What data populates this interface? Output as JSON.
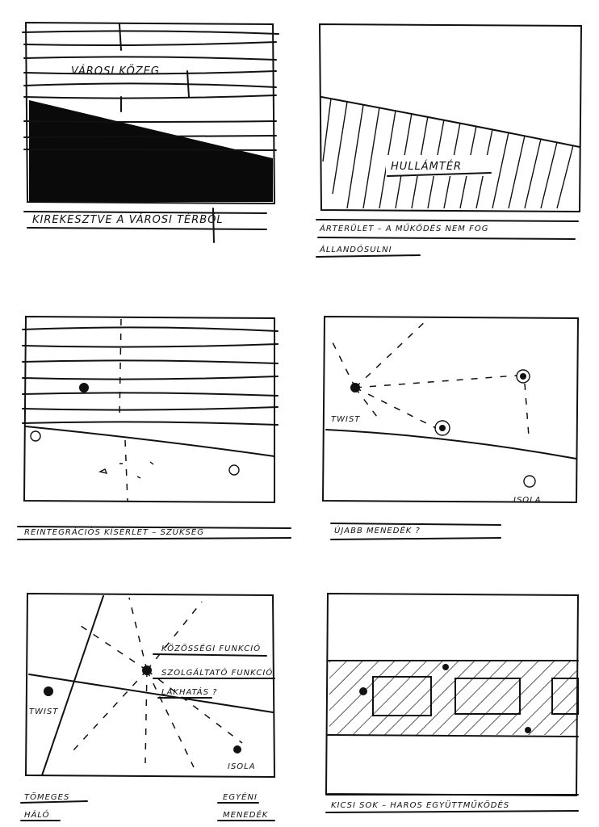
{
  "panels": [
    {
      "id": "excluded",
      "label": "VÁROSI KÖZEG",
      "caption": "KIREKESZTVE A VÁROSI TÉRBŐL"
    },
    {
      "id": "floodplain",
      "label": "HULLÁMTÉR",
      "caption": "ÁRTERÜLET – A MŰKÖDÉS NEM FOG",
      "caption_line2": "ÁLLANDÓSULNI"
    },
    {
      "id": "reintegration",
      "caption": "REINTEGRÁCIÓS KÍSÉRLET – SZÜKSÉG"
    },
    {
      "id": "new-shelter",
      "labels": [
        "TWIST",
        "ISOLA"
      ],
      "caption": "ÚJABB MENEDÉK ?"
    },
    {
      "id": "network",
      "labels": [
        "KÖZÖSSÉGI FUNKCIÓ",
        "SZOLGÁLTATÓ FUNKCIÓ",
        "LAKHATÁS ?",
        "TWIST",
        "ISOLA"
      ],
      "caption_left": "TÖMEGES",
      "caption_left_line2": "HÁLÓ",
      "caption_right": "EGYÉNI",
      "caption_right_line2": "MENEDÉK"
    },
    {
      "id": "cooperation",
      "caption": "KICSI SOK – HAROS EGYÜTTMŰKÖDÉS"
    }
  ]
}
